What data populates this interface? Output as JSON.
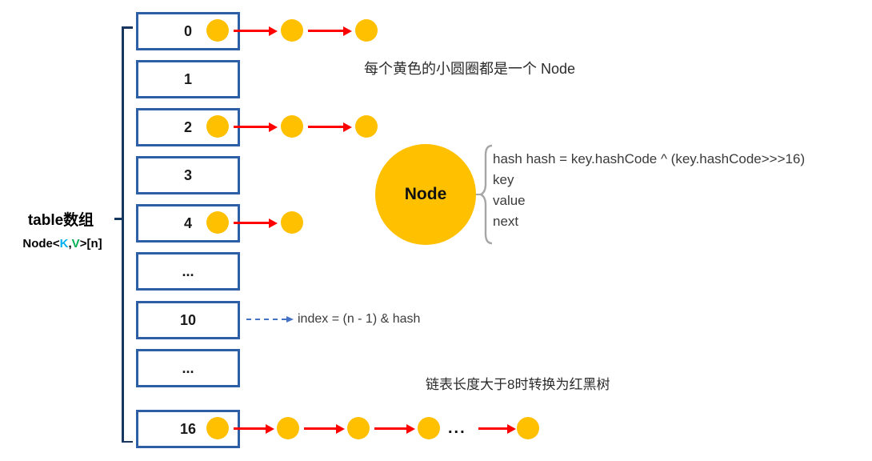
{
  "diagram": {
    "array_label": {
      "title": "table数组",
      "type_prefix": "Node<",
      "k": "K",
      "comma": ",",
      "v": "V",
      "type_suffix": ">[n]"
    },
    "cells": [
      "0",
      "1",
      "2",
      "3",
      "4",
      "...",
      "10",
      "...",
      "16"
    ],
    "chains": [
      {
        "bucket": "0",
        "node_count": 3
      },
      {
        "bucket": "2",
        "node_count": 3
      },
      {
        "bucket": "4",
        "node_count": 2
      },
      {
        "bucket": "16",
        "node_count": 5,
        "truncated": true
      }
    ],
    "notes": {
      "top_note": "每个黄色的小圆圈都是一个 Node",
      "treeify_note": "链表长度大于8时转换为红黑树"
    },
    "index_formula": "index = (n - 1) & hash",
    "node_detail": {
      "label": "Node",
      "fields": [
        "hash  hash = key.hashCode ^ (key.hashCode>>>16)",
        "key",
        "value",
        "next"
      ]
    },
    "ellipsis": "...",
    "colors": {
      "node_fill": "#FFC000",
      "arrow": "#FF0000",
      "box_border": "#2D5FA6",
      "bracket": "#17375E",
      "k_color": "#00B0F0",
      "v_color": "#00B050",
      "dashed_arrow": "#4472C4"
    }
  }
}
